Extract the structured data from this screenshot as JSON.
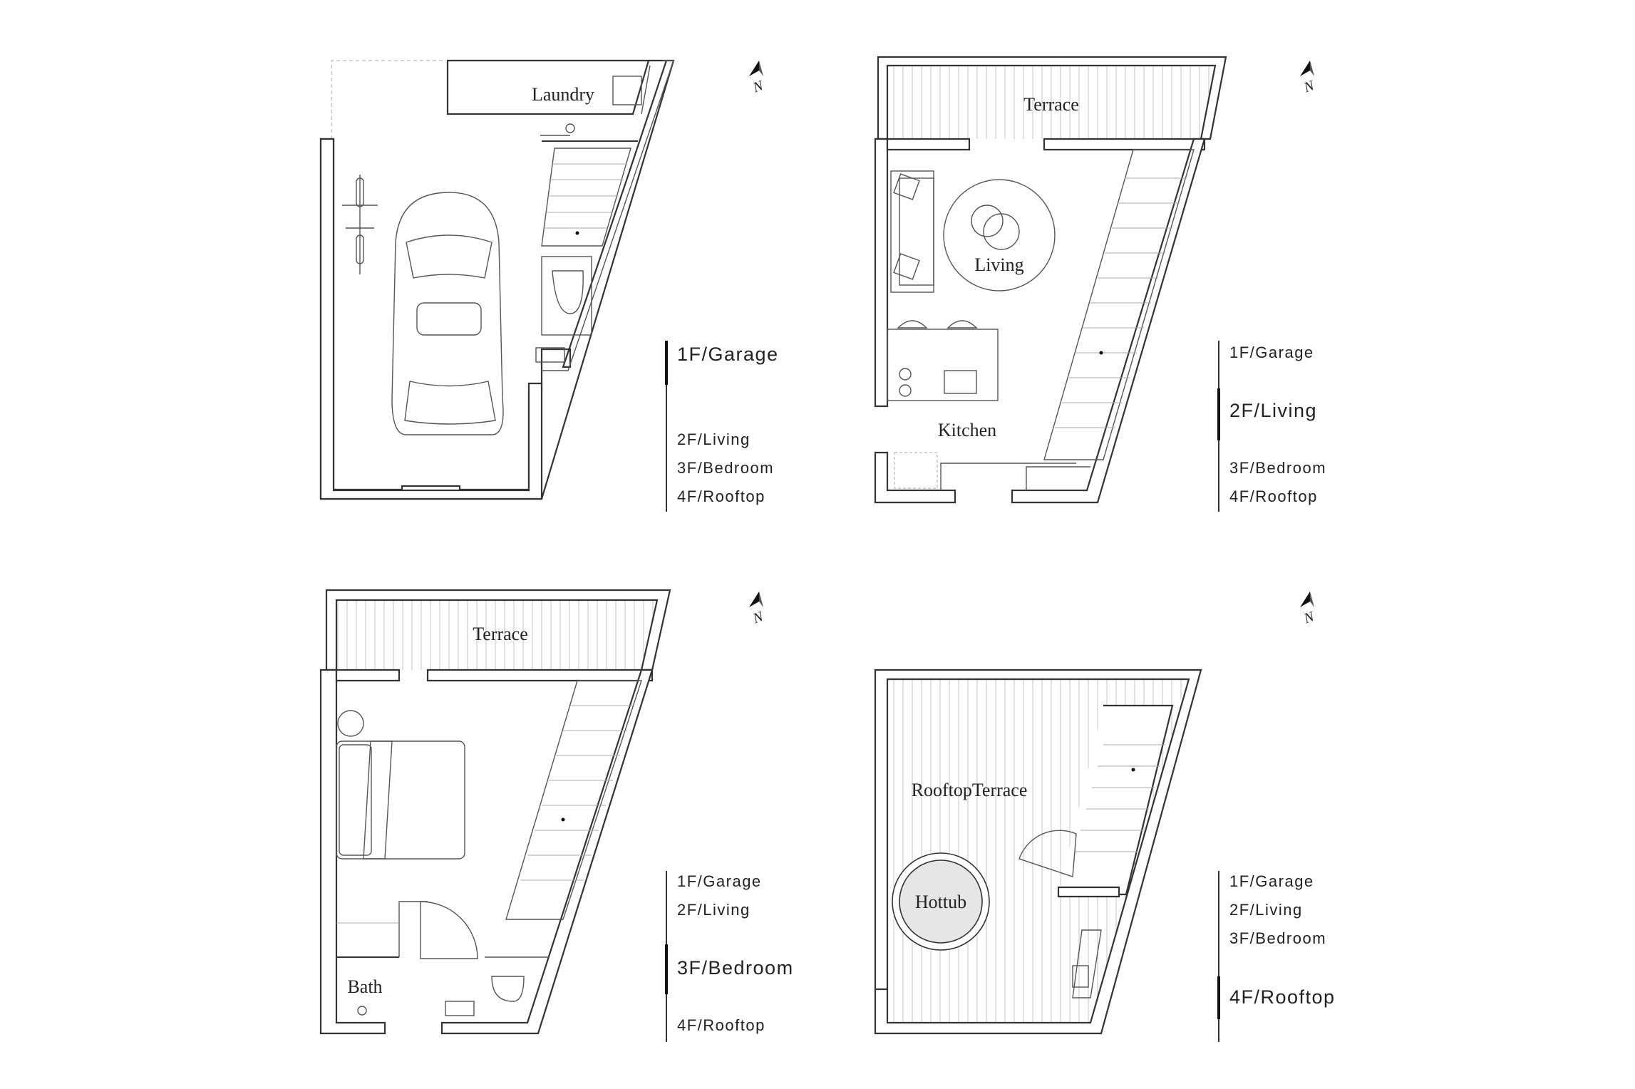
{
  "north_symbol": "N",
  "floor_index": [
    "1F/Garage",
    "2F/Living",
    "3F/Bedroom",
    "4F/Rooftop"
  ],
  "plans": [
    {
      "floor": "1F",
      "active_index": 0,
      "room_labels": {
        "laundry": "Laundry"
      }
    },
    {
      "floor": "2F",
      "active_index": 1,
      "room_labels": {
        "terrace": "Terrace",
        "living": "Living",
        "kitchen": "Kitchen"
      }
    },
    {
      "floor": "3F",
      "active_index": 2,
      "room_labels": {
        "terrace": "Terrace",
        "bath": "Bath"
      }
    },
    {
      "floor": "4F",
      "active_index": 3,
      "room_labels": {
        "rooftop_terrace": "RooftopTerrace",
        "hottub": "Hottub"
      }
    }
  ],
  "colors": {
    "wall_line": "#333333",
    "decking": "#cfcfcf",
    "hottub_fill": "#e6e6e6",
    "text": "#222222"
  },
  "icons": [
    "north-arrow-icon",
    "car-icon",
    "bicycle-icon",
    "toilet-icon",
    "sink-icon",
    "bed-icon",
    "sofa-icon",
    "stair-arrow-icon"
  ]
}
